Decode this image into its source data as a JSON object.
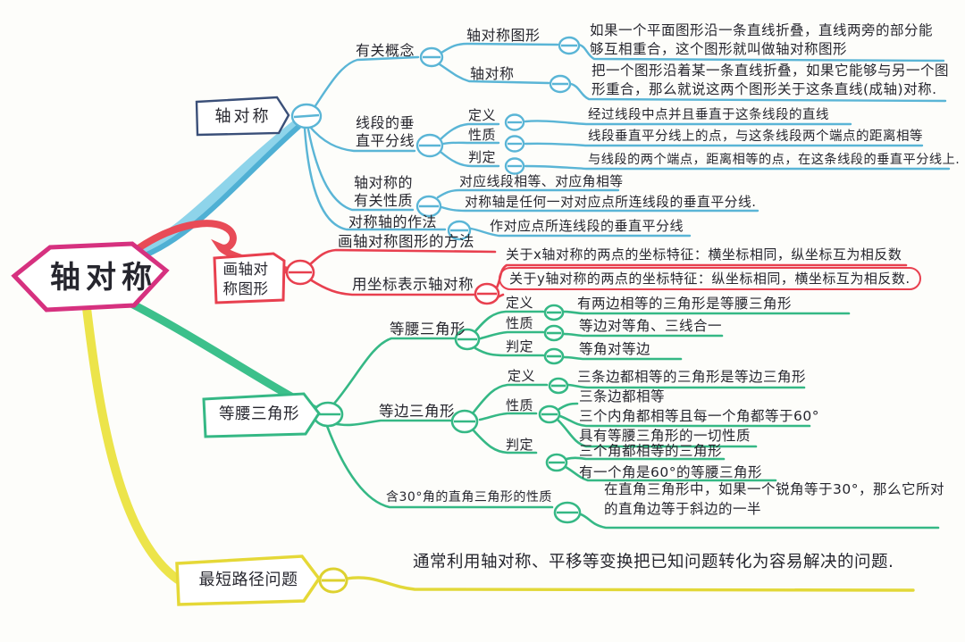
{
  "root": {
    "label": "轴对称"
  },
  "colors": {
    "center": "#d6317f",
    "branch_axisymmetry": "#5ab5d6",
    "branch_drawing": "#e8404f",
    "branch_isosceles": "#35b885",
    "branch_shortest_path": "#ddd12f"
  },
  "branches": {
    "axisymmetry": {
      "label": "轴对称",
      "concepts": {
        "label": "有关概念",
        "figure": {
          "label": "轴对称图形",
          "desc": "如果一个平面图形沿一条直线折叠，直线两旁的部分能够互相重合，这个图形就叫做轴对称图形"
        },
        "symmetry": {
          "label": "轴对称",
          "desc": "把一个图形沿着某一条直线折叠，如果它能够与另一个图形重合，那么就说这两个图形关于这条直线(成轴)对称."
        }
      },
      "bisector": {
        "label": "线段的垂直平分线",
        "definition": {
          "label": "定义",
          "desc": "经过线段中点并且垂直于这条线段的直线"
        },
        "property": {
          "label": "性质",
          "desc": "线段垂直平分线上的点，与这条线段两个端点的距离相等"
        },
        "judgment": {
          "label": "判定",
          "desc": "与线段的两个端点，距离相等的点，在这条线段的垂直平分线上."
        }
      },
      "properties": {
        "label": "轴对称的有关性质",
        "item1": "对应线段相等、对应角相等",
        "item2": "对称轴是任何一对对应点所连线段的垂直平分线."
      },
      "axis_construction": {
        "label": "对称轴的作法",
        "desc": "作对应点所连线段的垂直平分线"
      }
    },
    "drawing": {
      "label": "画轴对称图形",
      "method": {
        "label": "画轴对称图形的方法"
      },
      "coordinates": {
        "label": "用坐标表示轴对称",
        "x_axis": "关于x轴对称的两点的坐标特征：横坐标相同，纵坐标互为相反数",
        "y_axis": "关于y轴对称的两点的坐标特征：纵坐标相同，横坐标互为相反数."
      }
    },
    "isosceles": {
      "label": "等腰三角形",
      "isosceles_triangle": {
        "label": "等腰三角形",
        "definition": {
          "label": "定义",
          "desc": "有两边相等的三角形是等腰三角形"
        },
        "property": {
          "label": "性质",
          "desc": "等边对等角、三线合一"
        },
        "judgment": {
          "label": "判定",
          "desc": "等角对等边"
        }
      },
      "equilateral_triangle": {
        "label": "等边三角形",
        "definition": {
          "label": "定义",
          "desc": "三条边都相等的三角形是等边三角形"
        },
        "property": {
          "label": "性质",
          "items": [
            "三条边都相等",
            "三个内角都相等且每一个角都等于60°",
            "具有等腰三角形的一切性质"
          ]
        },
        "judgment": {
          "label": "判定",
          "items": [
            "三个角都相等的三角形",
            "有一个角是60°的等腰三角形"
          ]
        }
      },
      "right_triangle_30": {
        "label": "含30°角的直角三角形的性质",
        "desc": "在直角三角形中，如果一个锐角等于30°，那么它所对的直角边等于斜边的一半"
      }
    },
    "shortest_path": {
      "label": "最短路径问题",
      "desc": "通常利用轴对称、平移等变换把已知问题转化为容易解决的问题."
    }
  }
}
